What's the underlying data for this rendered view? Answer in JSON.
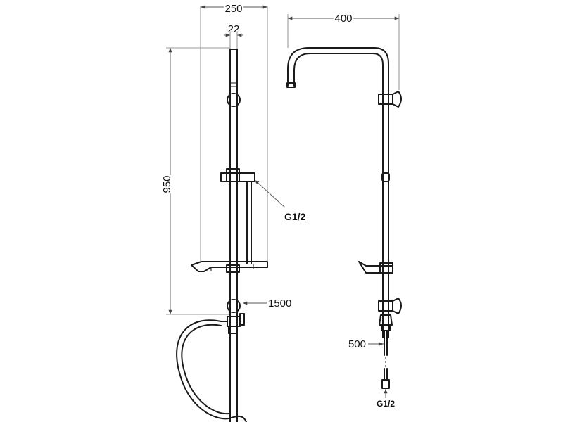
{
  "dimensions": {
    "width_overall": "250",
    "pipe_diameter": "22",
    "height": "950",
    "connection": "G1/2",
    "hose_length": "1500",
    "arm_reach": "400",
    "handshower_hose": "500",
    "inlet_connection": "G1/2"
  }
}
